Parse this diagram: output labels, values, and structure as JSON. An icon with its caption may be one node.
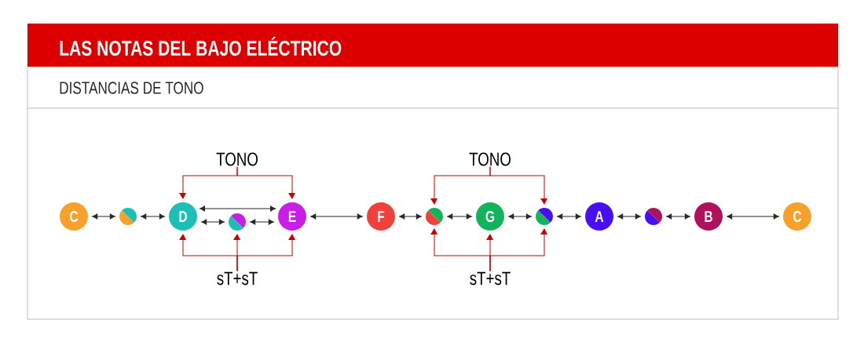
{
  "diagram": {
    "title": "LAS NOTAS DEL BAJO ELÉCTRICO",
    "nodes": [
      {
        "text": [
          "C"
        ]
      },
      {
        "text": [],
        "shape": "circle"
      },
      {
        "text": [
          "D"
        ]
      },
      {
        "text": [],
        "shape": "circle"
      },
      {
        "text": [
          "E"
        ]
      },
      {
        "text": [
          "F"
        ]
      },
      {
        "text": [],
        "shape": "circle"
      },
      {
        "text": [
          "G"
        ]
      },
      {
        "text": [],
        "shape": "circle"
      },
      {
        "text": [
          "A"
        ]
      },
      {
        "text": [],
        "shape": "circle"
      },
      {
        "text": [
          "B"
        ]
      },
      {
        "text": [
          "C"
        ]
      },
      {
        "text": [
          "TONO"
        ]
      },
      {
        "text": [
          "sT+sT"
        ]
      },
      {
        "text": [
          "TONO"
        ]
      },
      {
        "text": [
          "sT+sT"
        ]
      }
    ],
    "edges": [
      {
        "from": 0,
        "to": 1,
        "arrow": "both"
      },
      {
        "from": 1,
        "to": 2,
        "arrow": "both"
      },
      {
        "from": 2,
        "to": 4,
        "arrow": "both"
      },
      {
        "from": 2,
        "to": 3,
        "arrow": "both"
      },
      {
        "from": 3,
        "to": 4,
        "arrow": "both"
      },
      {
        "from": 4,
        "to": 5,
        "arrow": "both"
      },
      {
        "from": 5,
        "to": 6,
        "arrow": "both"
      },
      {
        "from": 6,
        "to": 7,
        "arrow": "both"
      },
      {
        "from": 7,
        "to": 8,
        "arrow": "both"
      },
      {
        "from": 8,
        "to": 9,
        "arrow": "both"
      },
      {
        "from": 9,
        "to": 10,
        "arrow": "both"
      },
      {
        "from": 10,
        "to": 11,
        "arrow": "both"
      },
      {
        "from": 11,
        "to": 12,
        "arrow": "both"
      },
      {
        "from": 13,
        "to": 2,
        "arrow": "to",
        "color": "#cc0000"
      },
      {
        "from": 13,
        "to": 4,
        "arrow": "to",
        "color": "#cc0000"
      },
      {
        "from": 14,
        "to": 2,
        "arrow": "to",
        "color": "#cc0000"
      },
      {
        "from": 14,
        "to": 3,
        "arrow": "to",
        "color": "#cc0000"
      },
      {
        "from": 14,
        "to": 4,
        "arrow": "to",
        "color": "#cc0000"
      },
      {
        "from": 15,
        "to": 6,
        "arrow": "to",
        "color": "#cc0000"
      },
      {
        "from": 15,
        "to": 8,
        "arrow": "to",
        "color": "#cc0000"
      },
      {
        "from": 16,
        "to": 6,
        "arrow": "to",
        "color": "#cc0000"
      },
      {
        "from": 16,
        "to": 7,
        "arrow": "to",
        "color": "#cc0000"
      },
      {
        "from": 16,
        "to": 8,
        "arrow": "to",
        "color": "#cc0000"
      }
    ],
    "labels": [
      "DISTANCIAS DE TONO"
    ]
  }
}
